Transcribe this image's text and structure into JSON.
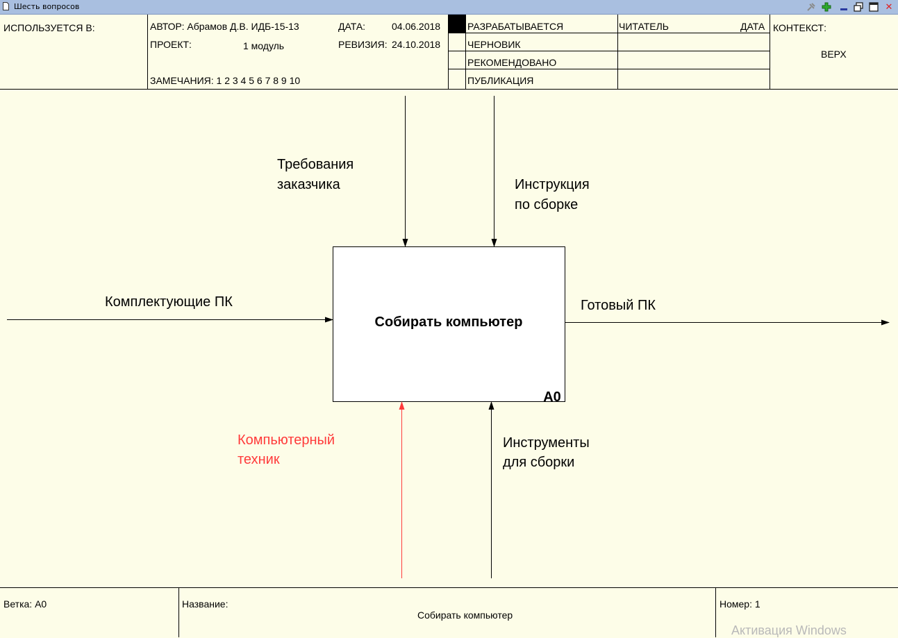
{
  "window": {
    "title": "Шесть вопросов",
    "close_glyph": "✕"
  },
  "header": {
    "used_in_label": "ИСПОЛЬЗУЕТСЯ В:",
    "author": "АВТОР: Абрамов Д.В. ИДБ-15-13",
    "date_label": "ДАТА:",
    "date_value": "04.06.2018",
    "project_label": "ПРОЕКТ:",
    "project_value": "1 модуль",
    "revision_label": "РЕВИЗИЯ:",
    "revision_value": "24.10.2018",
    "notes": "ЗАМЕЧАНИЯ:  1 2 3 4 5 6 7 8 9 10",
    "status": [
      "РАЗРАБАТЫВАЕТСЯ",
      "ЧЕРНОВИК",
      "РЕКОМЕНДОВАНО",
      "ПУБЛИКАЦИЯ"
    ],
    "reader_label": "ЧИТАТЕЛЬ",
    "reader_date_label": "ДАТА",
    "context_label": "КОНТЕКСТ:",
    "context_value": "ВЕРХ"
  },
  "diagram": {
    "activity": {
      "label": "Собирать компьютер",
      "node_id": "A0"
    },
    "arrows": {
      "control_1": [
        "Требования",
        "заказчика"
      ],
      "control_2": [
        "Инструкция",
        "по сборке"
      ],
      "input": "Комплектующие ПК",
      "output": "Готовый ПК",
      "mechanism_1": [
        "Компьютерный",
        "техник"
      ],
      "mechanism_2": [
        "Инструменты",
        "для сборки"
      ]
    },
    "colors": {
      "mechanism_1": "#ff3b3b",
      "background": "#fdfde8"
    }
  },
  "footer": {
    "node": "Ветка: A0",
    "title_label": "Название:",
    "title_value": "Собирать компьютер",
    "number": "Номер: 1"
  },
  "watermark": "Активация Windows"
}
